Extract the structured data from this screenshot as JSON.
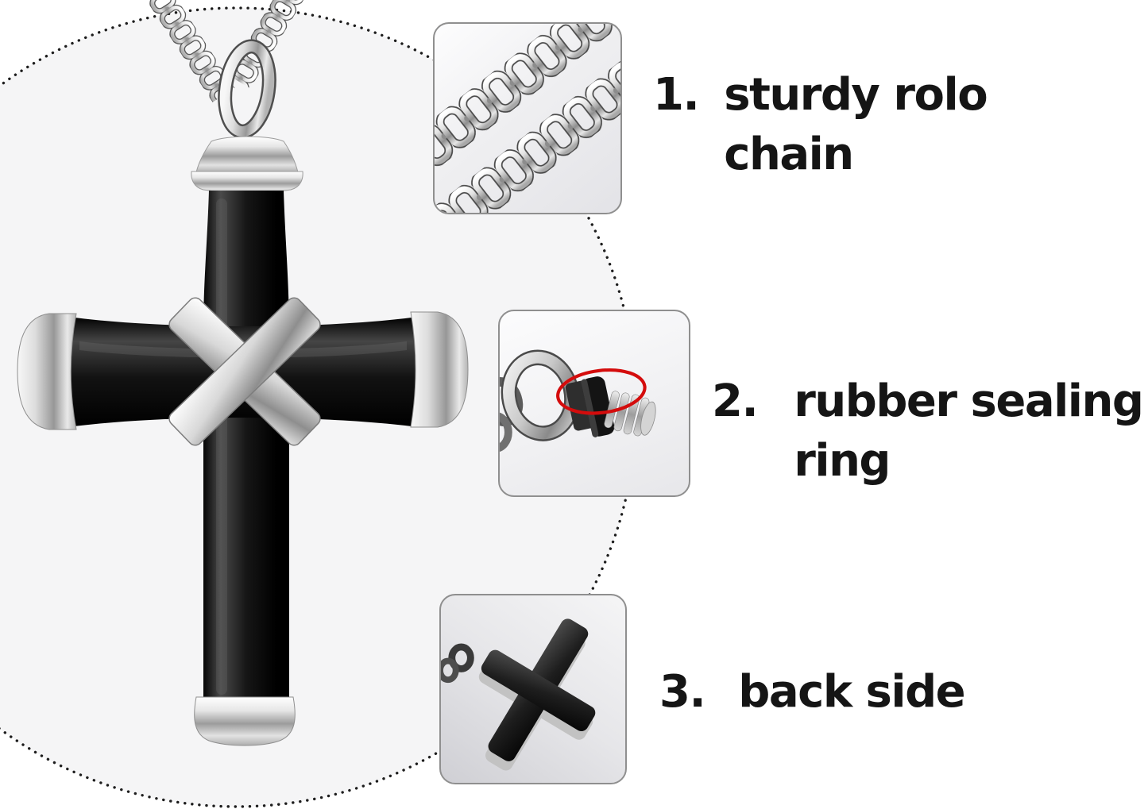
{
  "page": {
    "type": "product feature infographic",
    "background_color": "#ffffff",
    "text_color": "#151515"
  },
  "hero": {
    "subject": "black and silver cross urn pendant on rolo chain",
    "circle_fill": "#f5f5f6",
    "circle_dot_color": "#1d1d1d",
    "pendant_black": "#0c0c0c",
    "pendant_silver": "#c9c9c9"
  },
  "insets": [
    {
      "name": "rolo-chain-closeup"
    },
    {
      "name": "rubber-sealing-ring-closeup",
      "highlight_color": "#d40c0c"
    },
    {
      "name": "back-side-closeup"
    }
  ],
  "features": [
    {
      "number": "1.",
      "lines": [
        "sturdy rolo",
        "chain"
      ]
    },
    {
      "number": "2.",
      "lines": [
        "rubber sealing",
        "ring"
      ]
    },
    {
      "number": "3.",
      "lines": [
        "back side"
      ]
    }
  ]
}
